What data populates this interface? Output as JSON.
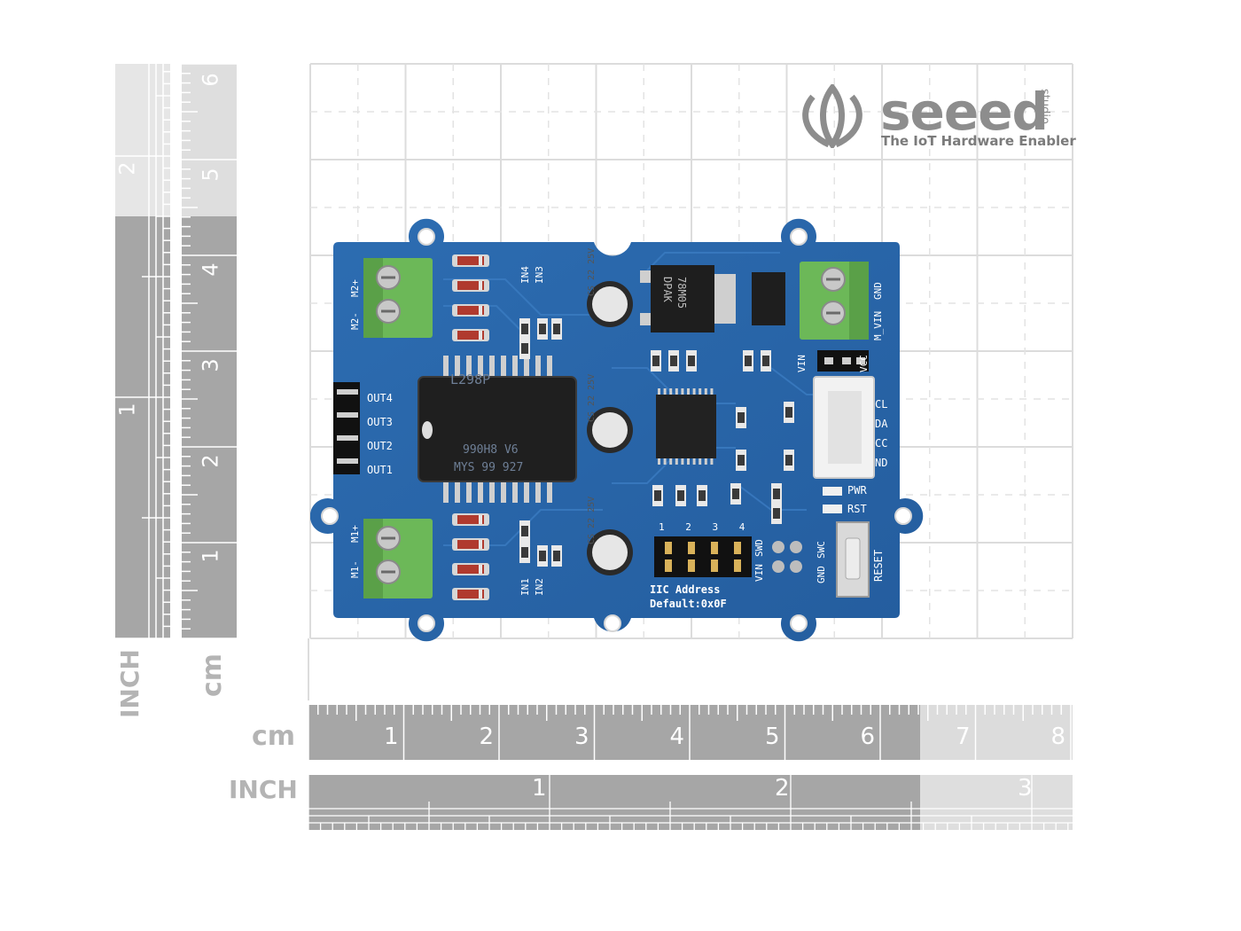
{
  "brand": {
    "name": "seeed",
    "small": "studio",
    "tagline": "The IoT Hardware Enabler"
  },
  "rulers": {
    "cm_label": "cm",
    "inch_label": "INCH",
    "cm_numbers": [
      "1",
      "2",
      "3",
      "4",
      "5",
      "6",
      "7",
      "8"
    ],
    "inch_numbers": [
      "1",
      "2",
      "3"
    ],
    "vertical_cm_numbers": [
      "1",
      "2",
      "3",
      "4",
      "5",
      "6"
    ],
    "vertical_inch_numbers": [
      "1",
      "2"
    ]
  },
  "board": {
    "chip": [
      "L298P",
      "990H8 V6",
      "MYS 99 927"
    ],
    "regulator": [
      "78M05",
      "DPAK"
    ],
    "caps": [
      "CS",
      "22",
      "25V"
    ],
    "outputs": [
      "OUT4",
      "OUT3",
      "OUT2",
      "OUT1"
    ],
    "motor_top": [
      "M2+",
      "M2-"
    ],
    "motor_bottom": [
      "M1+",
      "M1-"
    ],
    "inputs_top": [
      "IN4",
      "IN3"
    ],
    "inputs_bottom": [
      "IN1",
      "IN2"
    ],
    "power_labels": [
      "GND",
      "M_VIN"
    ],
    "vin": "VIN",
    "vcc": "VCC",
    "grove": [
      "CL",
      "DA",
      "CC",
      "ND"
    ],
    "pwr": "PWR",
    "rst": "RST",
    "dip_numbers": [
      "1",
      "2",
      "3",
      "4"
    ],
    "swd": [
      "VIN",
      "SWD",
      "GND",
      "SWC"
    ],
    "reset": "RESET",
    "iic_1": "IIC Address",
    "iic_2": "Default:0x0F"
  },
  "colors": {
    "pcb": "#2f6fb3",
    "terminal": "#6cb858",
    "ruler_dark": "#a6a6a6",
    "ruler_light": "#dcdcdc"
  }
}
